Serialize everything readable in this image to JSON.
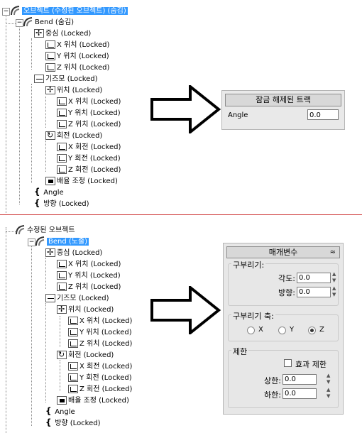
{
  "top_tree": {
    "root": "오브젝트 (수정된 오브젝트) (숨김)",
    "bend": "Bend (숨김)",
    "center": "중심 (Locked)",
    "center_x": "X 위치 (Locked)",
    "center_y": "Y 위치 (Locked)",
    "center_z": "Z 위치 (Locked)",
    "gizmo": "기즈모 (Locked)",
    "gizmo_pos": "위치 (Locked)",
    "gizmo_pos_x": "X 위치 (Locked)",
    "gizmo_pos_y": "Y 위치 (Locked)",
    "gizmo_pos_z": "Z 위치 (Locked)",
    "gizmo_rot": "회전 (Locked)",
    "gizmo_rot_x": "X 회전 (Locked)",
    "gizmo_rot_y": "Y 회전 (Locked)",
    "gizmo_rot_z": "Z 회전 (Locked)",
    "gizmo_scale": "배율 조정 (Locked)",
    "angle": "Angle",
    "direction": "방향 (Locked)"
  },
  "bottom_tree": {
    "root": "수정된 오브젝트",
    "bend": "Bend (노출)",
    "center": "중심 (Locked)",
    "center_x": "X 위치 (Locked)",
    "center_y": "Y 위치 (Locked)",
    "center_z": "Z 위치 (Locked)",
    "gizmo": "기즈모 (Locked)",
    "gizmo_pos": "위치 (Locked)",
    "gizmo_pos_x": "X 위치 (Locked)",
    "gizmo_pos_y": "Y 위치 (Locked)",
    "gizmo_pos_z": "Z 위치 (Locked)",
    "gizmo_rot": "회전 (Locked)",
    "gizmo_rot_x": "X 회전 (Locked)",
    "gizmo_rot_y": "Y 회전 (Locked)",
    "gizmo_rot_z": "Z 회전 (Locked)",
    "gizmo_scale": "배율 조정 (Locked)",
    "angle": "Angle",
    "direction": "방향 (Locked)"
  },
  "unlocked_panel": {
    "title": "잠금 해제된 트랙",
    "label": "Angle",
    "value": "0.0"
  },
  "params_panel": {
    "title": "매개변수",
    "collapse_icon": "≈",
    "bend_group": "구부리기:",
    "angle_label": "각도:",
    "angle_value": "0.0",
    "dir_label": "방향:",
    "dir_value": "0.0",
    "axis_group": "구부리기 축:",
    "axis_x": "X",
    "axis_y": "Y",
    "axis_z": "Z",
    "limit_group": "제한",
    "limit_effect": "효과 제한",
    "upper_label": "상한:",
    "upper_value": "0.0",
    "lower_label": "하한:",
    "lower_value": "0.0"
  },
  "colors": {
    "selection": "#3399ff",
    "divider": "#d04040"
  }
}
